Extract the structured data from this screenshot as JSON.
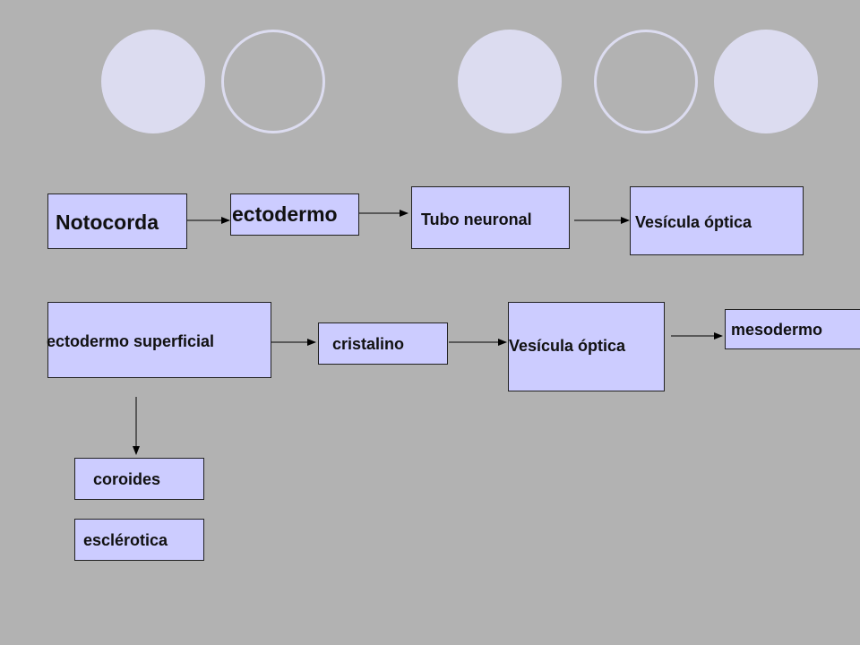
{
  "nodes": {
    "notocorda": "Notocorda",
    "ectodermo": "ectodermo",
    "tubo_neuronal": "Tubo neuronal",
    "vesicula_optica_1": "Vesícula óptica",
    "ectodermo_superficial": "ectodermo superficial",
    "cristalino": "cristalino",
    "vesicula_optica_2": "Vesícula óptica",
    "mesodermo": "mesodermo",
    "coroides": "coroides",
    "esclerotica": "esclérotica"
  },
  "colors": {
    "background": "#b2b2b2",
    "box_fill": "#ccccff",
    "decor_circle": "#dcdcf0"
  }
}
